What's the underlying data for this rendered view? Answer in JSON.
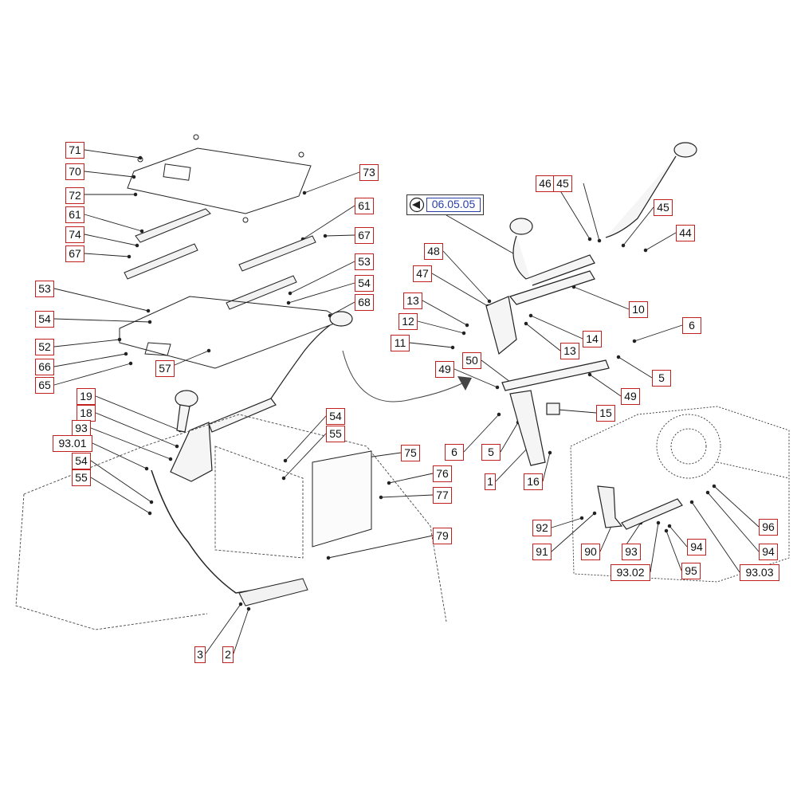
{
  "colors": {
    "callout_border": "#c0201e",
    "reference_border": "#2a3fa8",
    "line": "#222222"
  },
  "reference": {
    "label": "06.05.05",
    "icon": "view-arrow-icon"
  },
  "callouts": [
    {
      "id": "c71",
      "label": "71"
    },
    {
      "id": "c70",
      "label": "70"
    },
    {
      "id": "c72",
      "label": "72"
    },
    {
      "id": "c61a",
      "label": "61"
    },
    {
      "id": "c74",
      "label": "74"
    },
    {
      "id": "c67a",
      "label": "67"
    },
    {
      "id": "c73",
      "label": "73"
    },
    {
      "id": "c61b",
      "label": "61"
    },
    {
      "id": "c67b",
      "label": "67"
    },
    {
      "id": "c53a",
      "label": "53"
    },
    {
      "id": "c53b",
      "label": "53"
    },
    {
      "id": "c54a",
      "label": "54"
    },
    {
      "id": "c54b",
      "label": "54"
    },
    {
      "id": "c68",
      "label": "68"
    },
    {
      "id": "c52",
      "label": "52"
    },
    {
      "id": "c66",
      "label": "66"
    },
    {
      "id": "c65",
      "label": "65"
    },
    {
      "id": "c57",
      "label": "57"
    },
    {
      "id": "c19",
      "label": "19"
    },
    {
      "id": "c18",
      "label": "18"
    },
    {
      "id": "c93a",
      "label": "93"
    },
    {
      "id": "c9301",
      "label": "93.01"
    },
    {
      "id": "c54c",
      "label": "54"
    },
    {
      "id": "c55a",
      "label": "55"
    },
    {
      "id": "c54d",
      "label": "54"
    },
    {
      "id": "c55b",
      "label": "55"
    },
    {
      "id": "c75",
      "label": "75"
    },
    {
      "id": "c76",
      "label": "76"
    },
    {
      "id": "c77",
      "label": "77"
    },
    {
      "id": "c79",
      "label": "79"
    },
    {
      "id": "c3",
      "label": "3"
    },
    {
      "id": "c2",
      "label": "2"
    },
    {
      "id": "c46",
      "label": "46"
    },
    {
      "id": "c45a",
      "label": "45"
    },
    {
      "id": "c45b",
      "label": "45"
    },
    {
      "id": "c44",
      "label": "44"
    },
    {
      "id": "c48",
      "label": "48"
    },
    {
      "id": "c47",
      "label": "47"
    },
    {
      "id": "c10",
      "label": "10"
    },
    {
      "id": "c13a",
      "label": "13"
    },
    {
      "id": "c12",
      "label": "12"
    },
    {
      "id": "c11",
      "label": "11"
    },
    {
      "id": "c14",
      "label": "14"
    },
    {
      "id": "c13b",
      "label": "13"
    },
    {
      "id": "c49a",
      "label": "49"
    },
    {
      "id": "c50",
      "label": "50"
    },
    {
      "id": "c6a",
      "label": "6"
    },
    {
      "id": "c5a",
      "label": "5"
    },
    {
      "id": "c49b",
      "label": "49"
    },
    {
      "id": "c15",
      "label": "15"
    },
    {
      "id": "c6b",
      "label": "6"
    },
    {
      "id": "c5b",
      "label": "5"
    },
    {
      "id": "c1",
      "label": "1"
    },
    {
      "id": "c16",
      "label": "16"
    },
    {
      "id": "c92",
      "label": "92"
    },
    {
      "id": "c91",
      "label": "91"
    },
    {
      "id": "c90",
      "label": "90"
    },
    {
      "id": "c93b",
      "label": "93"
    },
    {
      "id": "c94a",
      "label": "94"
    },
    {
      "id": "c96",
      "label": "96"
    },
    {
      "id": "c94b",
      "label": "94"
    },
    {
      "id": "c9302",
      "label": "93.02"
    },
    {
      "id": "c95",
      "label": "95"
    },
    {
      "id": "c9303",
      "label": "93.03"
    }
  ]
}
